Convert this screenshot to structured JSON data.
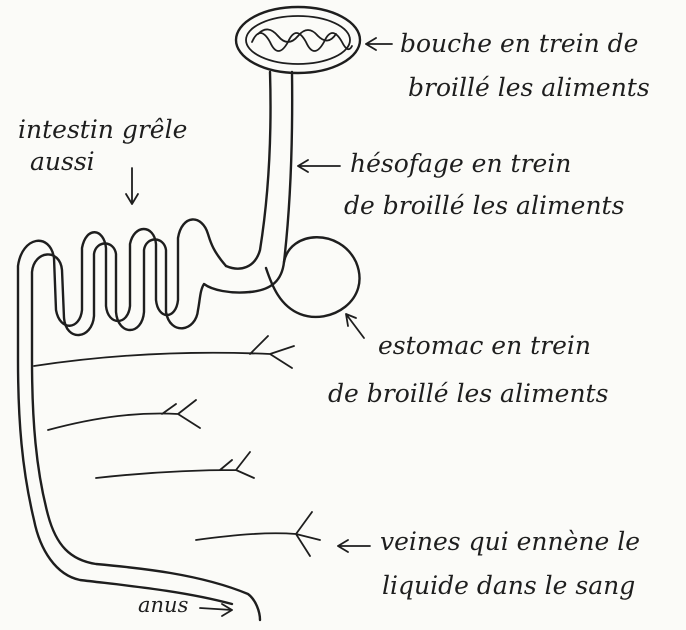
{
  "labels": {
    "bouche": [
      "bouche en trein de",
      "broillé les aliments"
    ],
    "intestin": [
      "intestin grêle",
      "aussi"
    ],
    "oesophage": [
      "hésofage en trein",
      "de broillé les aliments"
    ],
    "estomac": [
      "estomac en trein",
      "de broillé les aliments"
    ],
    "veines": [
      "veines qui ennène le",
      "liquide dans le sang"
    ],
    "anus": "anus"
  },
  "colors": {
    "ink": "#1e1e1e",
    "paper": "#fbfbf8"
  }
}
